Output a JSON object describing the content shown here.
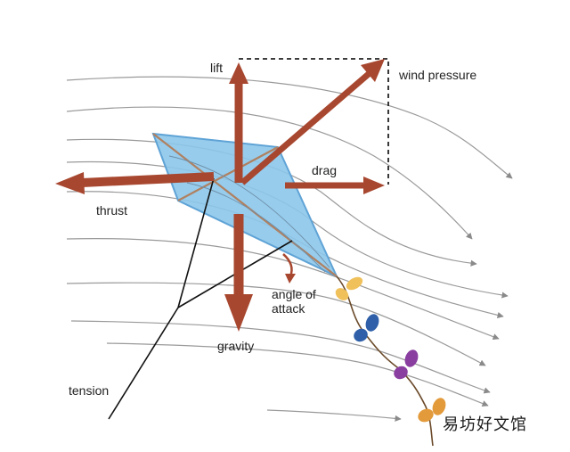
{
  "labels": {
    "lift": "lift",
    "wind_pressure": "wind pressure",
    "drag": "drag",
    "thrust": "thrust",
    "angle_line1": "angle of",
    "angle_line2": "attack",
    "gravity": "gravity",
    "tension": "tension"
  },
  "watermark": "易坊好文馆",
  "colors": {
    "force_arrow": "#a8472f",
    "kite_fill": "#8cc6ea",
    "kite_edge": "#5fa3d6",
    "kite_spar": "#b08060",
    "airflow": "#9a9a9a",
    "tension_line": "#111111",
    "tail_string": "#6b4a2a",
    "bow_yellow": "#f0c15a",
    "bow_blue": "#2e5fa8",
    "bow_purple": "#8a3ea0",
    "bow_orange": "#e39a3a"
  }
}
